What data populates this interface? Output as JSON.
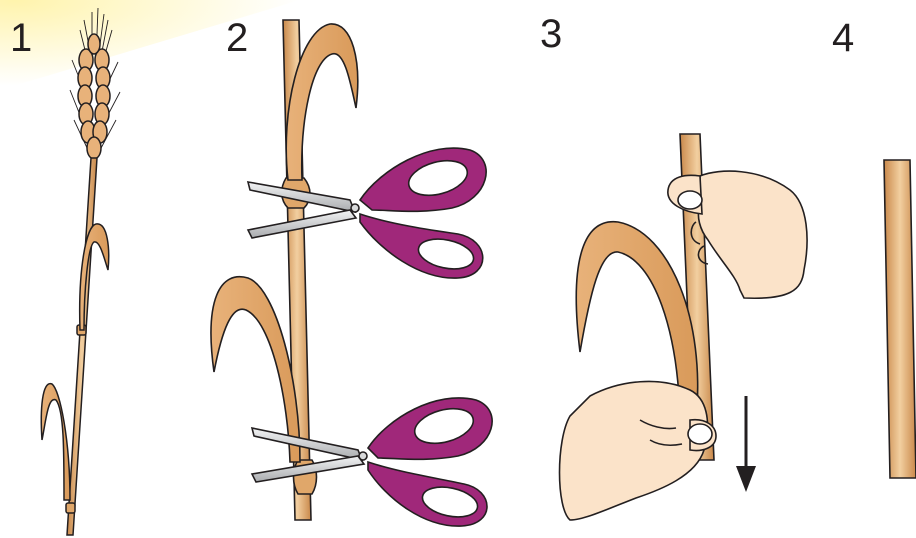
{
  "steps": [
    {
      "number": "1",
      "depicts": "wheat-stalk"
    },
    {
      "number": "2",
      "depicts": "cutting-stalk-with-scissors"
    },
    {
      "number": "3",
      "depicts": "peeling-leaf-sheath-down"
    },
    {
      "number": "4",
      "depicts": "clean-straw-segment"
    }
  ],
  "colors": {
    "straw_light": "#f2cfa0",
    "straw_mid": "#e0a76a",
    "straw_dark": "#c9884a",
    "outline": "#231f20",
    "scissor_handle": "#a0287a",
    "scissor_blade": "#d9dadb",
    "skin": "#fbe3c9",
    "glow": "#fff7c2",
    "arrow": "#231f20"
  },
  "icons": [
    "wheat-stalk-icon",
    "scissors-icon",
    "hand-icon",
    "down-arrow-icon",
    "straw-icon"
  ]
}
